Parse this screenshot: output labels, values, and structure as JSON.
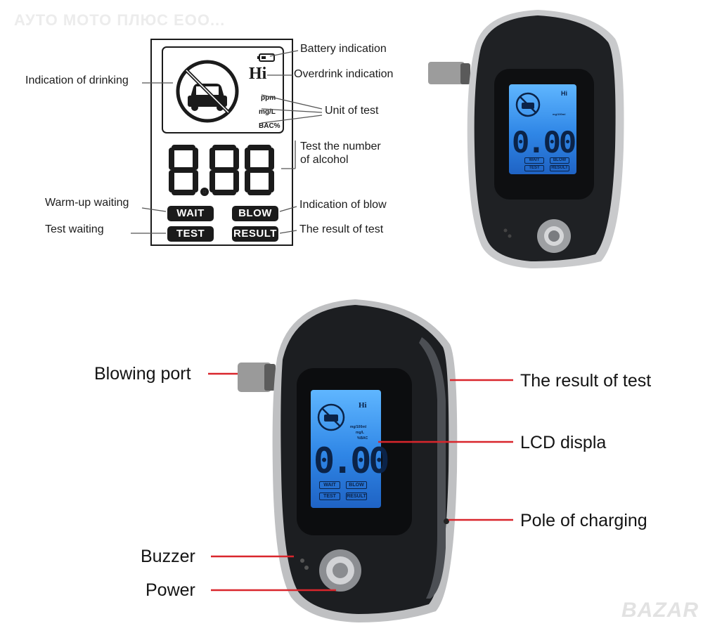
{
  "watermark": "АУТО МОТО ПЛЮС ЕОО...",
  "logo": "BAZAR",
  "lcd_diagram": {
    "display_units": [
      "ppm",
      "mg/L",
      "BAC%"
    ],
    "hi_text": "Hi",
    "digits": "8.88",
    "buttons": [
      "WAIT",
      "BLOW",
      "TEST",
      "RESULT"
    ]
  },
  "labels": {
    "battery": "Battery indication",
    "overdrink": "Overdrink indication",
    "drinking": "Indication of drinking",
    "unit": "Unit of test",
    "number_line1": "Test the number",
    "number_line2": "of alcohol",
    "warmup": "Warm-up waiting",
    "blow": "Indication of blow",
    "test_waiting": "Test waiting",
    "result": "The result of test"
  },
  "device_labels": {
    "blowing_port": "Blowing port",
    "result": "The result of test",
    "lcd": "LCD displa",
    "charging": "Pole of charging",
    "buzzer": "Buzzer",
    "power": "Power"
  },
  "device_screen": {
    "digits": "0.00",
    "hi_text": "Hi",
    "units": "mg/100ml",
    "units2": "mg/L",
    "units3": "%BAC",
    "buttons": [
      "WAIT",
      "BLOW",
      "TEST",
      "RESULT"
    ]
  },
  "colors": {
    "pointer_line": "#d9262c",
    "lcd_ink": "#1b1b1b",
    "screen_blue": "#2f86e6"
  }
}
